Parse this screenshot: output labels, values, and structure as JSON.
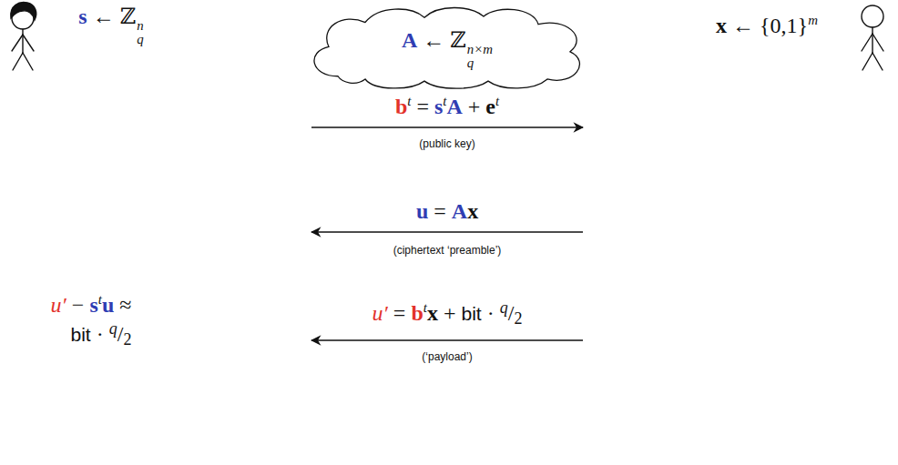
{
  "diagram": {
    "nodes": [
      {
        "text": [
          "A ← ℤqn×m"
        ]
      }
    ],
    "labels": [
      "s ← ℤqn",
      "x ← {0,1}m",
      "bt = stA + et",
      "(public key)",
      "u = Ax",
      "(ciphertext ‘preamble’)",
      "u′ = btx + bit · q/2",
      "(‘payload’)",
      "u′ − stu ≈ bit · q/2"
    ]
  }
}
